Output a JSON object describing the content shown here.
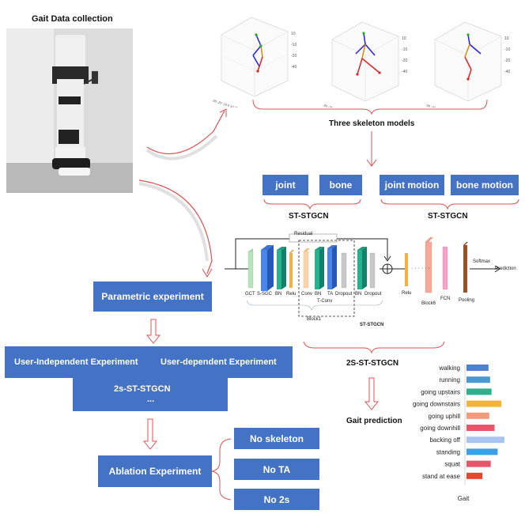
{
  "collection": {
    "title": "Gait Data collection"
  },
  "skeleton": {
    "caption": "Three skeleton models"
  },
  "streams": {
    "joint": "joint",
    "bone": "bone",
    "joint_motion": "joint motion",
    "bone_motion": "bone motion",
    "left_model": "ST-STGCN",
    "right_model": "ST-STGCN"
  },
  "network": {
    "residual": "Residual",
    "layers": [
      "GCT",
      "S-SGC",
      "BN",
      "Relu",
      "Conv",
      "BN",
      "TA",
      "Dropout",
      "BN",
      "Dropout"
    ],
    "tconv": "T-Conv",
    "relu": "Relu",
    "block6": "Block6",
    "fcn": "FCN",
    "pooling": "Pooling",
    "softmax": "Softmax",
    "prediction": "Prediction",
    "block1": "Block1",
    "name": "ST-STGCN",
    "dots": "· · · · · ·"
  },
  "fusion": {
    "label": "2S-ST-STGCN"
  },
  "prediction": {
    "label": "Gait prediction"
  },
  "experiments": {
    "parametric": "Parametric experiment",
    "user_independent": "User-Independent Experiment",
    "user_dependent": "User-dependent Experiment",
    "model": "2s-ST-STGCN",
    "ellipsis": "...",
    "ablation": "Ablation Experiment",
    "ablations": [
      "No skeleton",
      "No TA",
      "No 2s"
    ]
  },
  "chart_data": {
    "type": "bar",
    "orientation": "horizontal",
    "xlabel": "Gait",
    "categories": [
      "walking",
      "running",
      "going upstairs",
      "going downstairs",
      "going uphill",
      "going downhill",
      "backing off",
      "standing",
      "squat",
      "stand at ease"
    ],
    "values": [
      0.58,
      0.62,
      0.66,
      0.92,
      0.6,
      0.74,
      1.0,
      0.82,
      0.64,
      0.42
    ],
    "colors": [
      "#4f7fd0",
      "#4a97d6",
      "#2db08c",
      "#f3b33d",
      "#f49a7a",
      "#e8556a",
      "#a9c3ef",
      "#3aa0e8",
      "#e8556a",
      "#e8452e"
    ]
  }
}
